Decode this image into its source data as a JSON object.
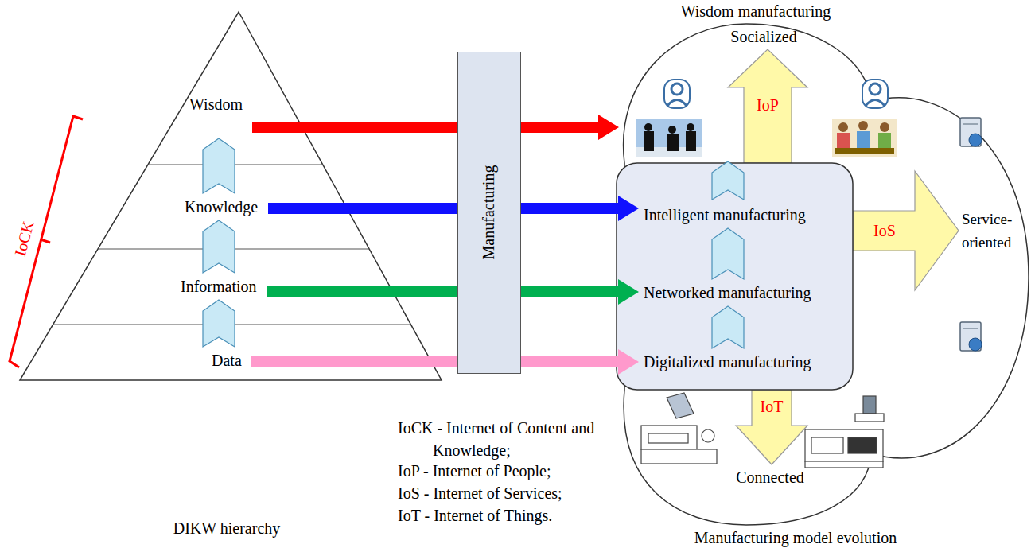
{
  "diagram": {
    "nodes": [
      {
        "text": [
          "DIKW hierarchy"
        ]
      },
      {
        "text": [
          "Wisdom"
        ],
        "in": 0
      },
      {
        "text": [
          "Knowledge"
        ],
        "in": 0
      },
      {
        "text": [
          "Information"
        ],
        "in": 0
      },
      {
        "text": [
          "Data"
        ],
        "in": 0
      },
      {
        "text": [
          "Manufacturing"
        ]
      },
      {
        "text": [
          "Wisdom manufacturing",
          "Manufacturing model evolution"
        ]
      },
      {
        "text": [
          "Intelligent manufacturing"
        ],
        "in": 6
      },
      {
        "text": [
          "Networked manufacturing"
        ],
        "in": 6
      },
      {
        "text": [
          "Digitalized manufacturing"
        ],
        "in": 6
      }
    ],
    "edges": [
      {
        "from": 1,
        "to": 6,
        "arrow": "to"
      },
      {
        "from": 2,
        "to": 7,
        "arrow": "to"
      },
      {
        "from": 3,
        "to": 8,
        "arrow": "to"
      },
      {
        "from": 4,
        "to": 9,
        "arrow": "to"
      },
      {
        "from": 4,
        "to": 3,
        "arrow": "to"
      },
      {
        "from": 3,
        "to": 2,
        "arrow": "to"
      },
      {
        "from": 2,
        "to": 1,
        "arrow": "to"
      },
      {
        "from": 9,
        "to": 8,
        "arrow": "to"
      },
      {
        "from": 8,
        "to": 7,
        "arrow": "to"
      }
    ],
    "labels": [
      "IoCK",
      "Socialized",
      "IoP",
      "IoS",
      "Service-oriented",
      "IoT",
      "Connected",
      "IoCK - Internet of Content and Knowledge;",
      "IoP - Internet of People;",
      "IoS - Internet of Services;",
      "IoT - Internet of Things."
    ]
  }
}
